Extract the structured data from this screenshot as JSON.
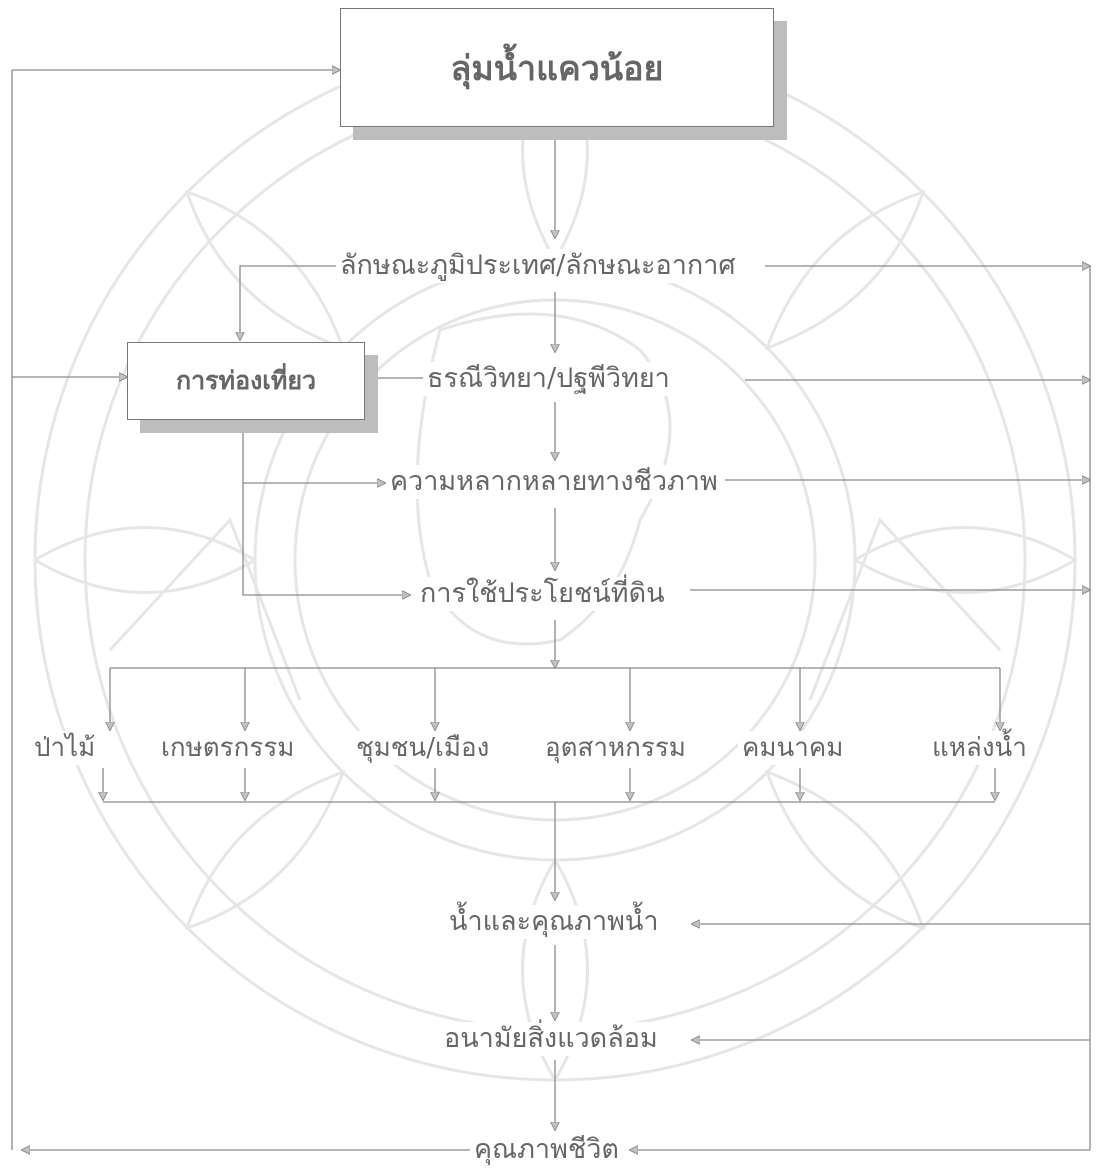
{
  "title": "ลุ่มน้ำแควน้อย",
  "tourism": "การท่องเที่ยว",
  "flow": {
    "terrain_climate": "ลักษณะภูมิประเทศ/ลักษณะอากาศ",
    "geology": "ธรณีวิทยา/ปฐพีวิทยา",
    "biodiversity": "ความหลากหลายทางชีวภาพ",
    "land_use": "การใช้ประโยชน์ที่ดิน",
    "water_quality": "น้ำและคุณภาพน้ำ",
    "environmental_health": "อนามัยสิ่งแวดล้อม",
    "quality_of_life": "คุณภาพชีวิต"
  },
  "land_uses": [
    "ป่าไม้",
    "เกษตรกรรม",
    "ชุมชน/เมือง",
    "อุตสาหกรรม",
    "คมนาคม",
    "แหล่งน้ำ"
  ],
  "colors": {
    "line": "#8a8a8a",
    "arrow_fill": "#c2c2c2",
    "shadow": "#bdbdbd",
    "watermark": "#e6e6e6"
  }
}
